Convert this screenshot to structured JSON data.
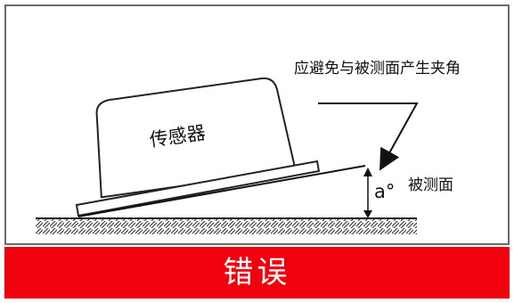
{
  "diagram": {
    "sensor_label": "传感器",
    "warning_text": "应避免与被测面产生夹角",
    "angle_label": "a°",
    "surface_label": "被测面"
  },
  "banner": {
    "label": "错误",
    "color": "#f2000d"
  }
}
